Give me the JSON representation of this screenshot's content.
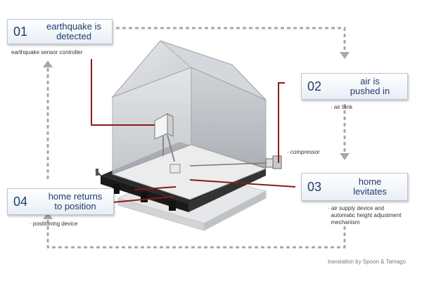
{
  "colors": {
    "accent": "#8b1a1a",
    "box_text": "#1f3e6e",
    "arrow": "#a0a0a0"
  },
  "steps": [
    {
      "num": "01",
      "title_line1": "earthquake is",
      "title_line2": "detected",
      "note": "earthquake sensor controller"
    },
    {
      "num": "02",
      "title_line1": "air is",
      "title_line2": "pushed in",
      "note": "air tank"
    },
    {
      "num": "03",
      "title_line1": "home",
      "title_line2": "levitates",
      "note_line1": "air supply device and",
      "note_line2": "automatic height adjustment",
      "note_line3": "mechanism"
    },
    {
      "num": "04",
      "title_line1": "home returns",
      "title_line2": "to position",
      "note": "positioning device"
    }
  ],
  "labels": {
    "compressor": "compressor"
  },
  "credit": "translation by Spoon & Tamago"
}
